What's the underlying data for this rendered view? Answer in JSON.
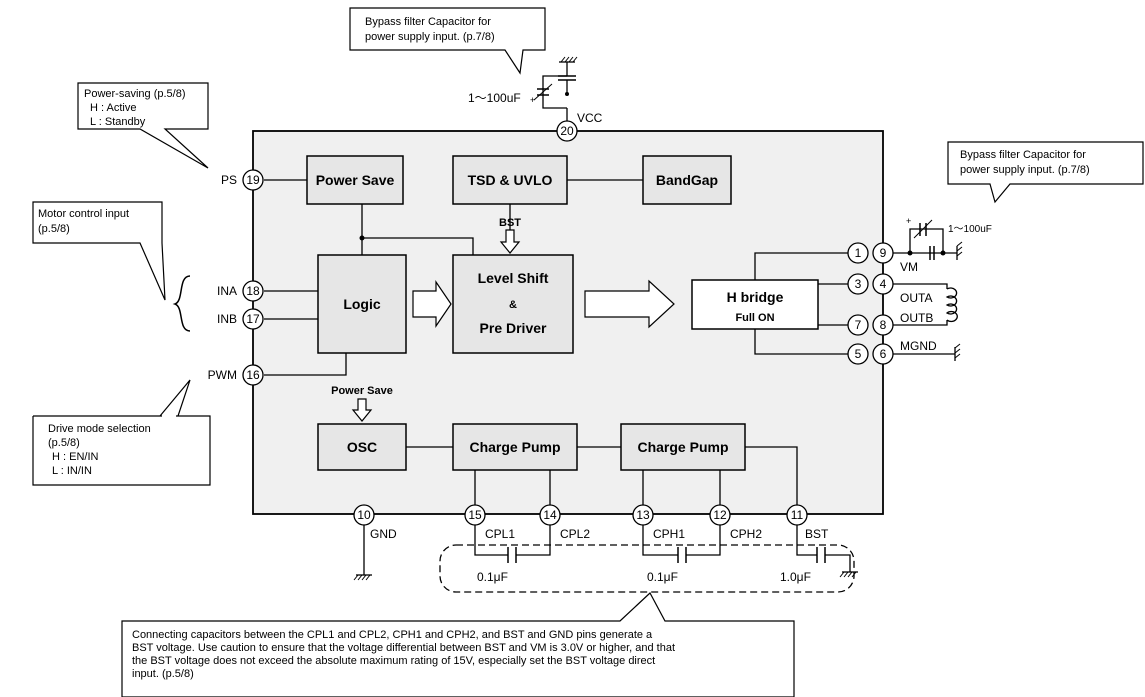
{
  "blocks": {
    "power_save": "Power Save",
    "tsd_uvlo": "TSD & UVLO",
    "bandgap": "BandGap",
    "logic": "Logic",
    "level_shift_l1": "Level Shift",
    "level_shift_l2": "&",
    "level_shift_l3": "Pre Driver",
    "hbridge_l1": "H bridge",
    "hbridge_l2": "Full ON",
    "osc": "OSC",
    "charge_pump_1": "Charge Pump",
    "charge_pump_2": "Charge Pump"
  },
  "signals": {
    "bst_top": "BST",
    "power_save_arrow": "Power Save"
  },
  "pins": {
    "ps": {
      "num": "19",
      "label": "PS"
    },
    "ina": {
      "num": "18",
      "label": "INA"
    },
    "inb": {
      "num": "17",
      "label": "INB"
    },
    "pwm": {
      "num": "16",
      "label": "PWM"
    },
    "vcc": {
      "num": "20",
      "label": "VCC"
    },
    "vm_a": {
      "num": "1"
    },
    "vm_b": {
      "num": "9",
      "label": "VM"
    },
    "outa_a": {
      "num": "3"
    },
    "outa_b": {
      "num": "4",
      "label": "OUTA"
    },
    "outb_a": {
      "num": "7"
    },
    "outb_b": {
      "num": "8",
      "label": "OUTB"
    },
    "mgnd_a": {
      "num": "5"
    },
    "mgnd_b": {
      "num": "6",
      "label": "MGND"
    },
    "gnd": {
      "num": "10",
      "label": "GND"
    },
    "cpl1": {
      "num": "15",
      "label": "CPL1"
    },
    "cpl2": {
      "num": "14",
      "label": "CPL2"
    },
    "cph1": {
      "num": "13",
      "label": "CPH1"
    },
    "cph2": {
      "num": "12",
      "label": "CPH2"
    },
    "bst": {
      "num": "11",
      "label": "BST"
    }
  },
  "components": {
    "cap_vcc": "1～100uF",
    "cap_vm": "1～100uF",
    "cap_cpl": "0.1μF",
    "cap_cph": "0.1μF",
    "cap_bst": "1.0μF"
  },
  "callouts": {
    "bypass_vcc": [
      "Bypass filter Capacitor for",
      "power supply input. (p.7/8)"
    ],
    "bypass_vm": [
      "Bypass filter Capacitor for",
      "power supply input. (p.7/8)"
    ],
    "power_saving": [
      "Power-saving (p.5/8)",
      "H : Active",
      "L : Standby"
    ],
    "motor_control": [
      "Motor control input",
      "(p.5/8)"
    ],
    "drive_mode": [
      "Drive mode selection",
      "(p.5/8)",
      "H : EN/IN",
      "L : IN/IN"
    ],
    "bst_note": [
      "Connecting capacitors between the CPL1 and CPL2, CPH1 and CPH2, and BST and GND pins generate a",
      "BST voltage. Use caution to ensure that the voltage differential between BST and VM is 3.0V or higher, and that",
      "the BST voltage does not exceed the absolute maximum rating of 15V, especially set the BST voltage direct",
      "input. (p.5/8)"
    ]
  }
}
